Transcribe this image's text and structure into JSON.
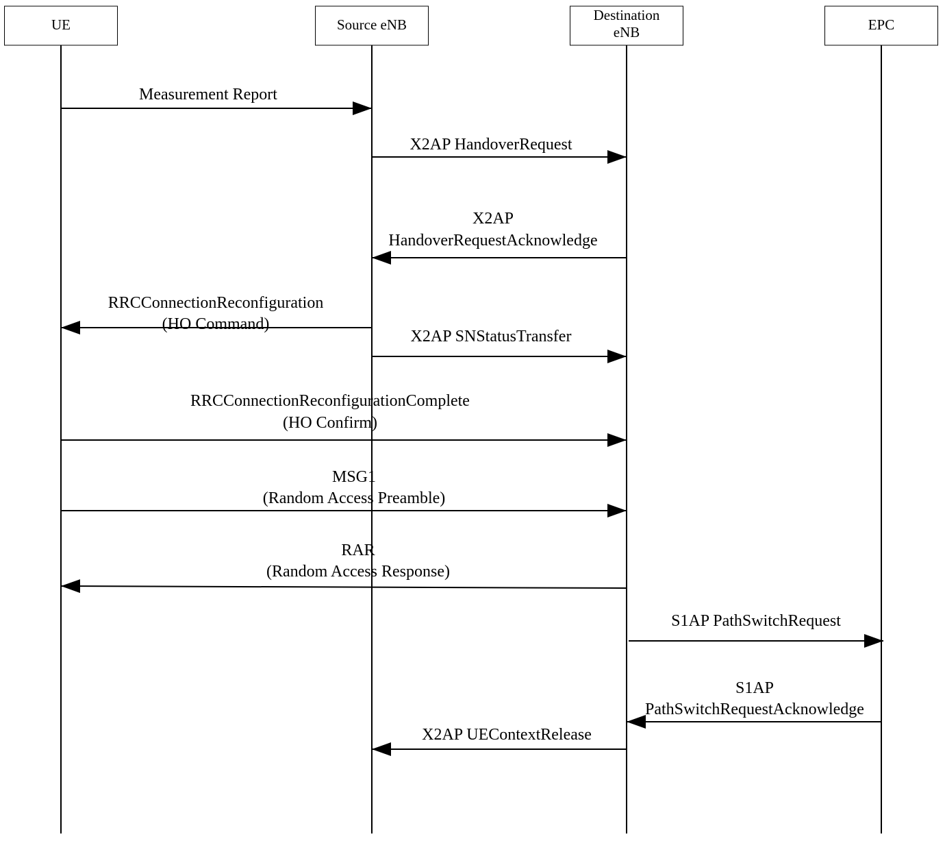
{
  "participants": [
    {
      "id": "ue",
      "lines": [
        "UE"
      ]
    },
    {
      "id": "src",
      "lines": [
        "Source eNB"
      ]
    },
    {
      "id": "dst",
      "lines": [
        "Destination",
        "eNB"
      ]
    },
    {
      "id": "epc",
      "lines": [
        "EPC"
      ]
    }
  ],
  "messages": [
    {
      "from": "ue",
      "to": "src",
      "lines": [
        "Measurement Report"
      ]
    },
    {
      "from": "src",
      "to": "dst",
      "lines": [
        "X2AP HandoverRequest"
      ]
    },
    {
      "from": "dst",
      "to": "src",
      "lines": [
        "X2AP",
        "HandoverRequestAcknowledge"
      ]
    },
    {
      "from": "src",
      "to": "ue",
      "lines": [
        "RRCConnectionReconfiguration",
        "(HO Command)"
      ]
    },
    {
      "from": "src",
      "to": "dst",
      "lines": [
        "X2AP SNStatusTransfer"
      ]
    },
    {
      "from": "ue",
      "to": "dst",
      "lines": [
        "RRCConnectionReconfigurationComplete",
        "(HO Confirm)"
      ]
    },
    {
      "from": "ue",
      "to": "dst",
      "lines": [
        "MSG1",
        "(Random Access Preamble)"
      ]
    },
    {
      "from": "dst",
      "to": "ue",
      "lines": [
        "RAR",
        "(Random Access Response)"
      ]
    },
    {
      "from": "dst",
      "to": "epc",
      "lines": [
        "S1AP PathSwitchRequest"
      ]
    },
    {
      "from": "epc",
      "to": "dst",
      "lines": [
        "S1AP",
        "PathSwitchRequestAcknowledge"
      ]
    },
    {
      "from": "dst",
      "to": "src",
      "lines": [
        "X2AP UEContextRelease"
      ]
    }
  ]
}
